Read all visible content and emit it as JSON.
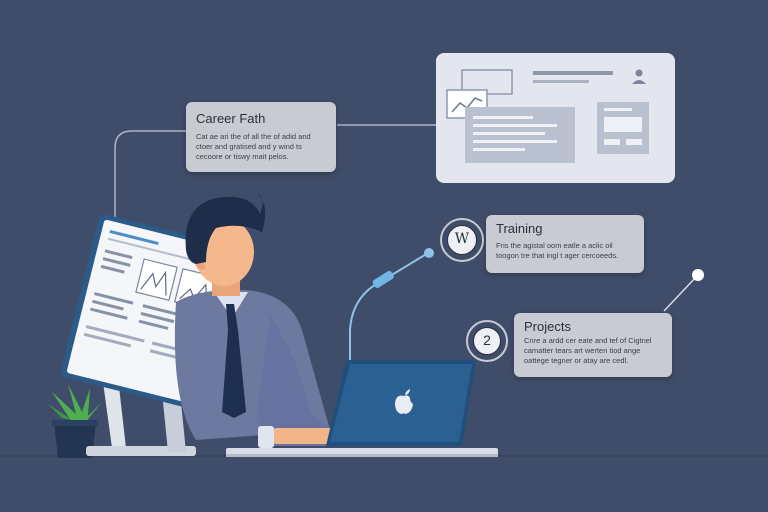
{
  "cards": {
    "career": {
      "title": "Career Fath",
      "body": "Cat ae ari the of all the of adid and ctoer and gratised and y wind ts cecoore or tiswy mait pelos."
    },
    "training": {
      "badge": "W",
      "title": "Training",
      "body": "Fris the agistal oom eatle a aclic oil toogon tre that ingl t ager cercoeeds."
    },
    "projects": {
      "badge": "2",
      "title": "Projects",
      "body": "Cnre a ardd cer eate and tef of Cigtnel camatter tears art werten tiod ange oattege tegner or atay are cedl."
    }
  },
  "colors": {
    "background": "#3f4d6a",
    "card": "#c9cbd3",
    "accent": "#5ea6d6"
  },
  "icons": [
    "user-icon",
    "chart-icon",
    "apple-logo-icon",
    "plant-icon"
  ]
}
